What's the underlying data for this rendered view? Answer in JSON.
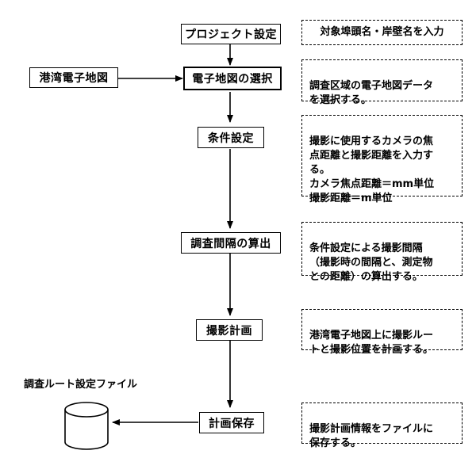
{
  "source": {
    "label": "港湾電子地図"
  },
  "steps": [
    {
      "id": "project",
      "label": "プロジェクト設定"
    },
    {
      "id": "map-select",
      "label": "電子地図の選択"
    },
    {
      "id": "conditions",
      "label": "条件設定"
    },
    {
      "id": "interval",
      "label": "調査間隔の算出"
    },
    {
      "id": "plan",
      "label": "撮影計画"
    },
    {
      "id": "save",
      "label": "計画保存"
    }
  ],
  "notes": [
    {
      "id": "project",
      "text": "対象埠頭名・岸壁名を入力"
    },
    {
      "id": "map-select",
      "text": "調査区域の電子地図データ\nを選択する。"
    },
    {
      "id": "conditions",
      "text": "撮影に使用するカメラの焦\n点距離と撮影距離を入力す\nる。\nカメラ焦点距離＝mm単位\n撮影距離＝m単位"
    },
    {
      "id": "interval",
      "text": "条件設定による撮影間隔\n（撮影時の間隔と、測定物\nとの距離）の算出する。"
    },
    {
      "id": "plan",
      "text": "港湾電子地図上に撮影ルー\nトと撮影位置を計画する。"
    },
    {
      "id": "save",
      "text": "撮影計画情報をファイルに\n保存する。"
    }
  ],
  "output": {
    "label": "調査ルート設定ファイル"
  }
}
